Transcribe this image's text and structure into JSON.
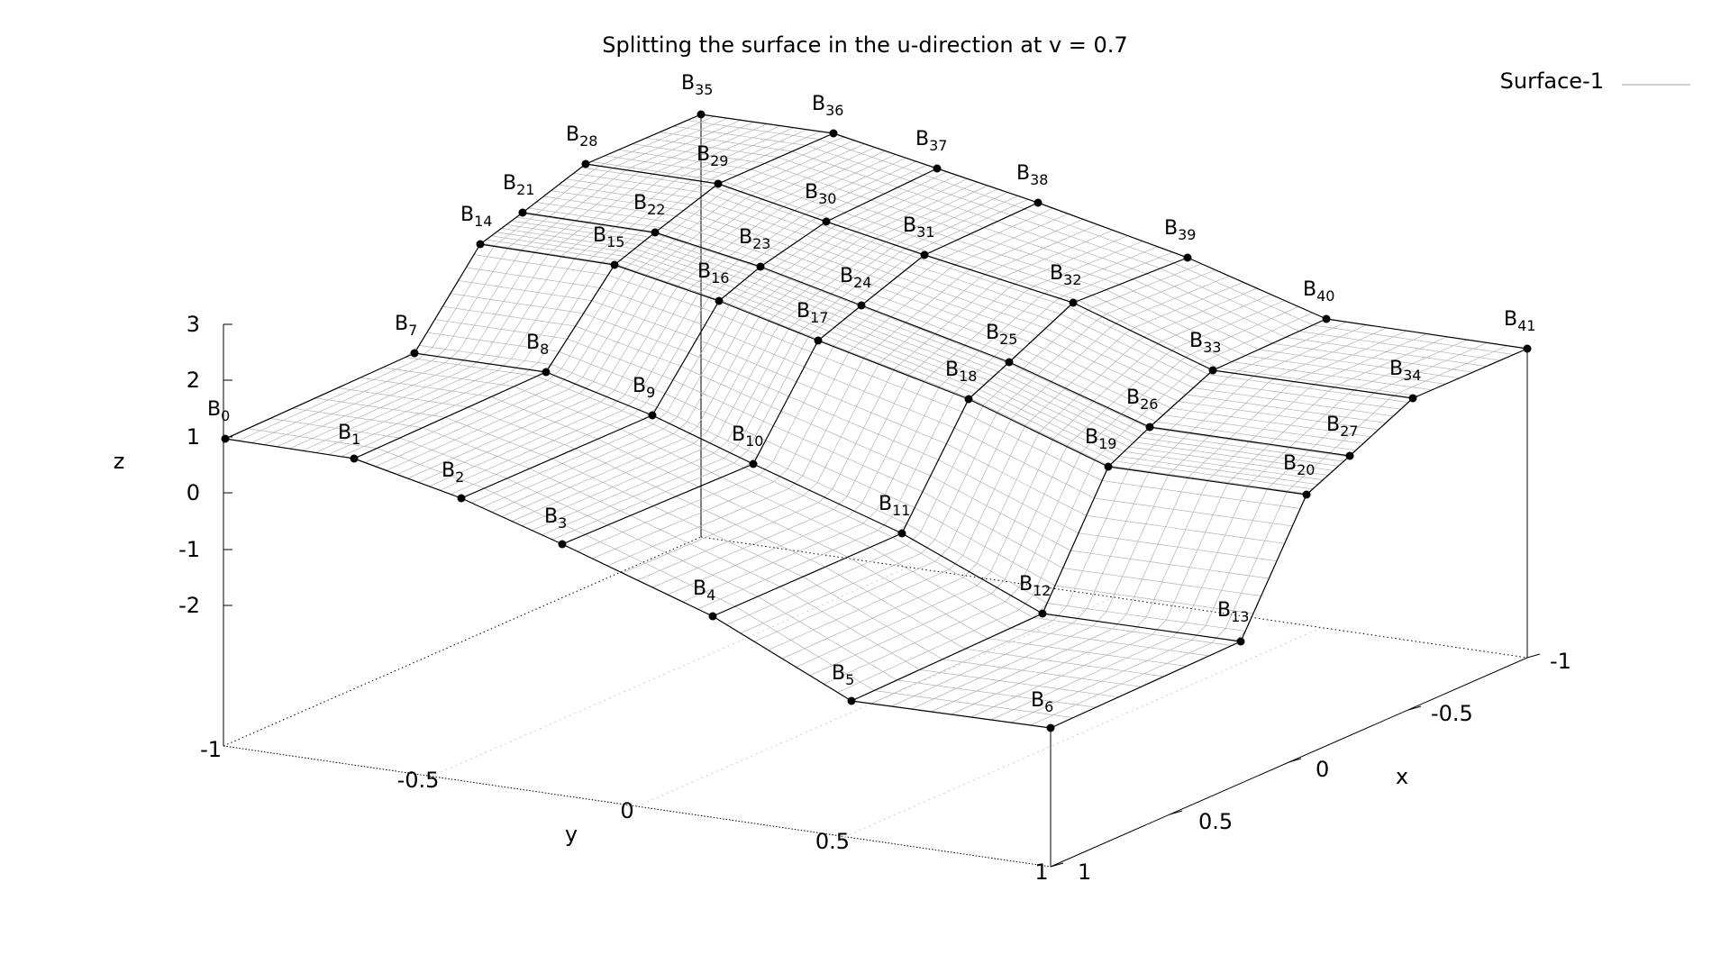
{
  "chart_data": {
    "type": "surface3d",
    "title": "Splitting the surface in the u-direction at v = 0.7",
    "legend": {
      "entries": [
        "Surface-1"
      ],
      "position": "top-right"
    },
    "axes": {
      "x": {
        "label": "x",
        "range": [
          -1,
          1
        ],
        "ticks": [
          "-1",
          "-0.5",
          "0",
          "0.5",
          "1"
        ]
      },
      "y": {
        "label": "y",
        "range": [
          -1,
          1
        ],
        "ticks": [
          "-1",
          "-0.5",
          "0",
          "0.5",
          "1"
        ]
      },
      "z": {
        "label": "z",
        "ticks": [
          "3",
          "2",
          "1",
          "0",
          "-1",
          "-2"
        ]
      }
    },
    "grid": {
      "rows": 6,
      "cols": 7
    },
    "control_points": [
      {
        "name": "B",
        "index": "0"
      },
      {
        "name": "B",
        "index": "1"
      },
      {
        "name": "B",
        "index": "2"
      },
      {
        "name": "B",
        "index": "3"
      },
      {
        "name": "B",
        "index": "4"
      },
      {
        "name": "B",
        "index": "5"
      },
      {
        "name": "B",
        "index": "6"
      },
      {
        "name": "B",
        "index": "7"
      },
      {
        "name": "B",
        "index": "8"
      },
      {
        "name": "B",
        "index": "9"
      },
      {
        "name": "B",
        "index": "10"
      },
      {
        "name": "B",
        "index": "11"
      },
      {
        "name": "B",
        "index": "12"
      },
      {
        "name": "B",
        "index": "13"
      },
      {
        "name": "B",
        "index": "14"
      },
      {
        "name": "B",
        "index": "15"
      },
      {
        "name": "B",
        "index": "16"
      },
      {
        "name": "B",
        "index": "17"
      },
      {
        "name": "B",
        "index": "18"
      },
      {
        "name": "B",
        "index": "19"
      },
      {
        "name": "B",
        "index": "20"
      },
      {
        "name": "B",
        "index": "21"
      },
      {
        "name": "B",
        "index": "22"
      },
      {
        "name": "B",
        "index": "23"
      },
      {
        "name": "B",
        "index": "24"
      },
      {
        "name": "B",
        "index": "25"
      },
      {
        "name": "B",
        "index": "26"
      },
      {
        "name": "B",
        "index": "27"
      },
      {
        "name": "B",
        "index": "28"
      },
      {
        "name": "B",
        "index": "29"
      },
      {
        "name": "B",
        "index": "30"
      },
      {
        "name": "B",
        "index": "31"
      },
      {
        "name": "B",
        "index": "32"
      },
      {
        "name": "B",
        "index": "33"
      },
      {
        "name": "B",
        "index": "34"
      },
      {
        "name": "B",
        "index": "35"
      },
      {
        "name": "B",
        "index": "36"
      },
      {
        "name": "B",
        "index": "37"
      },
      {
        "name": "B",
        "index": "38"
      },
      {
        "name": "B",
        "index": "39"
      },
      {
        "name": "B",
        "index": "40"
      },
      {
        "name": "B",
        "index": "41"
      }
    ]
  },
  "colors": {
    "mesh": "#b4b4b4",
    "polygon": "#000000",
    "legend_line": "#b4b4b4"
  }
}
